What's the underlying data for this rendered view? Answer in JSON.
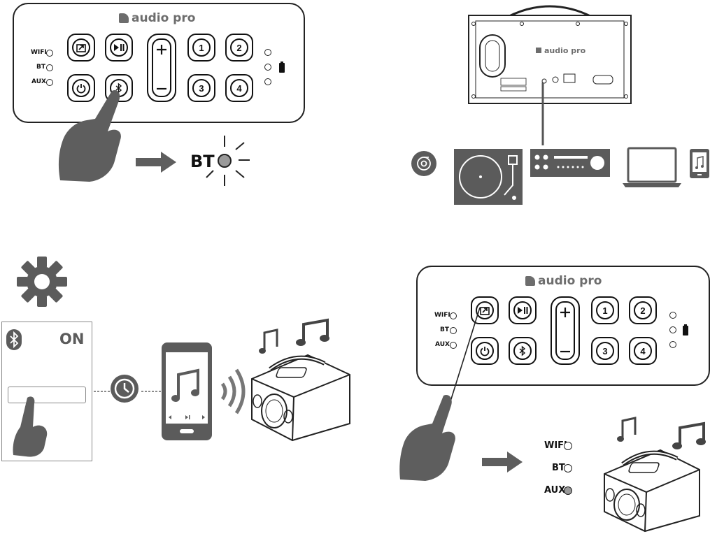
{
  "brand": {
    "name": "audio pro"
  },
  "panel_labels": {
    "wifi": "WIFI",
    "bt": "BT",
    "aux": "AUX"
  },
  "buttons": {
    "preset_1": "1",
    "preset_2": "2",
    "preset_3": "3",
    "preset_4": "4"
  },
  "step1": {
    "indicator_label": "BT"
  },
  "step3": {
    "bluetooth_state": "ON"
  },
  "step4": {
    "wifi": "WIFI",
    "bt": "BT",
    "aux": "AUX"
  },
  "colors": {
    "led_active": "#9a9a9a",
    "hand": "#5e5e5e",
    "device": "#5b5b5b"
  }
}
